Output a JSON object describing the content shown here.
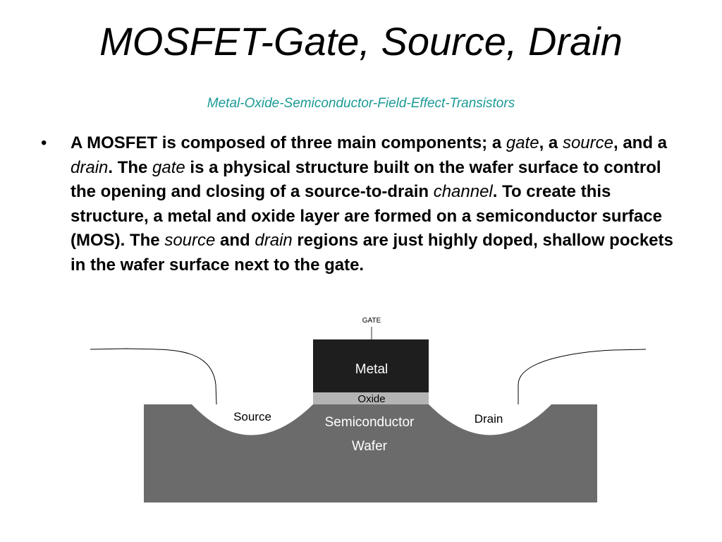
{
  "title": "MOSFET-Gate, Source, Drain",
  "subtitle": "Metal-Oxide-Semiconductor-Field-Effect-Transistors",
  "bullet": {
    "marker": "•",
    "runs": [
      {
        "text": "A MOSFET is composed of three main components; a ",
        "italic": false
      },
      {
        "text": "gate",
        "italic": true
      },
      {
        "text": ", a ",
        "italic": false
      },
      {
        "text": "source",
        "italic": true
      },
      {
        "text": ", and a ",
        "italic": false
      },
      {
        "text": "drain",
        "italic": true
      },
      {
        "text": ".  The ",
        "italic": false
      },
      {
        "text": "gate",
        "italic": true
      },
      {
        "text": " is a physical structure built on the wafer surface to control the opening and closing of a source-to-drain ",
        "italic": false
      },
      {
        "text": "channel",
        "italic": true
      },
      {
        "text": ".  To create this structure, a metal and oxide layer are formed on a semiconductor surface (MOS).  The ",
        "italic": false
      },
      {
        "text": "source",
        "italic": true
      },
      {
        "text": " and ",
        "italic": false
      },
      {
        "text": "drain",
        "italic": true
      },
      {
        "text": " regions are just highly doped, shallow pockets in the wafer surface next to the gate.",
        "italic": false
      }
    ]
  },
  "diagram": {
    "gate_label": "GATE",
    "metal_label": "Metal",
    "oxide_label": "Oxide",
    "source_label": "Source",
    "drain_label": "Drain",
    "semiconductor_label": "Semiconductor",
    "wafer_label": "Wafer",
    "colors": {
      "metal": "#1e1e1e",
      "oxide": "#b4b4b4",
      "wafer": "#6b6b6b",
      "pocket": "#ffffff",
      "line": "#000000"
    }
  }
}
